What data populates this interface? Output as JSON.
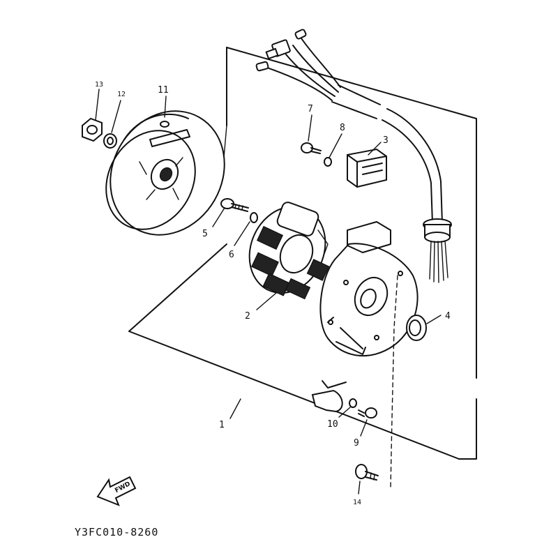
{
  "callouts": {
    "c1": "1",
    "c2": "2",
    "c3": "3",
    "c4": "4",
    "c5": "5",
    "c6": "6",
    "c7": "7",
    "c8": "8",
    "c9": "9",
    "c10": "10",
    "c11": "11",
    "c12": "12",
    "c13": "13",
    "c14": "14"
  },
  "fwd_label": "FWD",
  "diagram_code": "Y3FC010-8260"
}
